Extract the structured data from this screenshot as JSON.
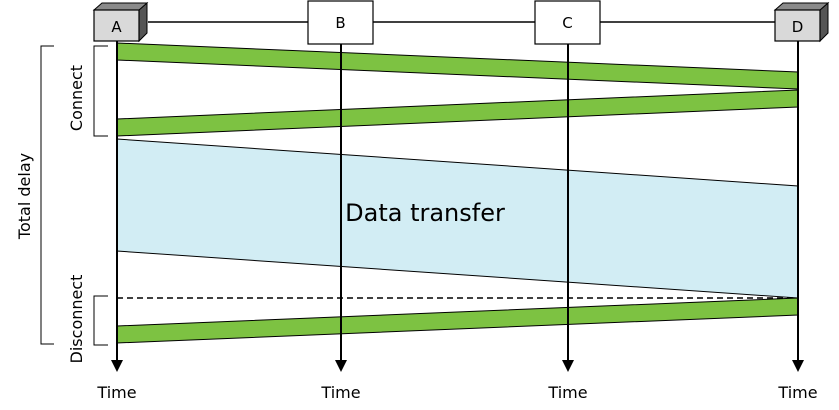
{
  "nodes": [
    {
      "id": "A",
      "label": "A",
      "style": "3d-box"
    },
    {
      "id": "B",
      "label": "B",
      "style": "flat-box"
    },
    {
      "id": "C",
      "label": "C",
      "style": "flat-box"
    },
    {
      "id": "D",
      "label": "D",
      "style": "3d-box"
    }
  ],
  "time_labels": [
    "Time",
    "Time",
    "Time",
    "Time"
  ],
  "phases": {
    "connect": "Connect",
    "data_transfer": "Data transfer",
    "disconnect": "Disconnect",
    "total_delay": "Total delay"
  },
  "colors": {
    "green_band": "#7dc242",
    "blue_band": "#d2edf4",
    "line": "#000000",
    "box_3d_front": "#d9d9d9",
    "box_3d_side": "#555555",
    "box_flat": "#ffffff"
  }
}
